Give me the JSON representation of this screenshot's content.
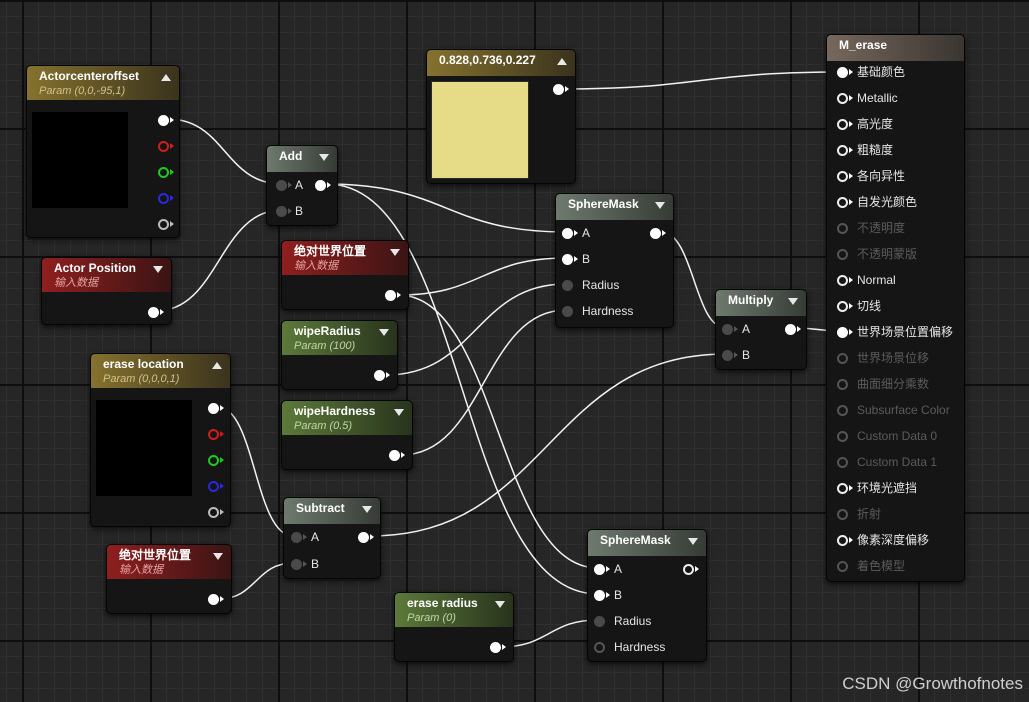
{
  "colors": {
    "gold": "#85722e",
    "red": "#8f1f1f",
    "green": "#5c7a3a",
    "grey": "#6e7a6e",
    "swatch": "#e6dc87"
  },
  "nodes": {
    "actorcenteroffset": {
      "title": "Actorcenteroffset",
      "subtitle": "Param (0,0,-95,1)"
    },
    "add": {
      "title": "Add",
      "pin_a": "A",
      "pin_b": "B"
    },
    "actor_position": {
      "title": "Actor Position",
      "subtitle": "输入数据"
    },
    "world_pos_1": {
      "title": "绝对世界位置",
      "subtitle": "输入数据"
    },
    "wipe_radius": {
      "title": "wipeRadius",
      "subtitle": "Param (100)"
    },
    "wipe_hardness": {
      "title": "wipeHardness",
      "subtitle": "Param (0.5)"
    },
    "erase_location": {
      "title": "erase location",
      "subtitle": "Param (0,0,0,1)"
    },
    "subtract": {
      "title": "Subtract",
      "pin_a": "A",
      "pin_b": "B"
    },
    "world_pos_2": {
      "title": "绝对世界位置",
      "subtitle": "输入数据"
    },
    "erase_radius": {
      "title": "erase radius",
      "subtitle": "Param (0)"
    },
    "constant": {
      "title": "0.828,0.736,0.227"
    },
    "spheremask_1": {
      "title": "SphereMask",
      "pin_a": "A",
      "pin_b": "B",
      "pin_radius": "Radius",
      "pin_hardness": "Hardness"
    },
    "spheremask_2": {
      "title": "SphereMask",
      "pin_a": "A",
      "pin_b": "B",
      "pin_radius": "Radius",
      "pin_hardness": "Hardness"
    },
    "multiply": {
      "title": "Multiply",
      "pin_a": "A",
      "pin_b": "B"
    },
    "material": {
      "title": "M_erase",
      "pins": [
        {
          "label": "基础颜色",
          "active": true,
          "connected": true
        },
        {
          "label": "Metallic",
          "active": true,
          "connected": false
        },
        {
          "label": "高光度",
          "active": true,
          "connected": false
        },
        {
          "label": "粗糙度",
          "active": true,
          "connected": false
        },
        {
          "label": "各向异性",
          "active": true,
          "connected": false
        },
        {
          "label": "自发光颜色",
          "active": true,
          "connected": false
        },
        {
          "label": "不透明度",
          "active": false,
          "connected": false
        },
        {
          "label": "不透明蒙版",
          "active": false,
          "connected": false
        },
        {
          "label": "Normal",
          "active": true,
          "connected": false
        },
        {
          "label": "切线",
          "active": true,
          "connected": false
        },
        {
          "label": "世界场景位置偏移",
          "active": true,
          "connected": true
        },
        {
          "label": "世界场景位移",
          "active": false,
          "connected": false
        },
        {
          "label": "曲面细分乘数",
          "active": false,
          "connected": false
        },
        {
          "label": "Subsurface Color",
          "active": false,
          "connected": false
        },
        {
          "label": "Custom Data 0",
          "active": false,
          "connected": false
        },
        {
          "label": "Custom Data 1",
          "active": false,
          "connected": false
        },
        {
          "label": "环境光遮挡",
          "active": true,
          "connected": false
        },
        {
          "label": "折射",
          "active": false,
          "connected": false
        },
        {
          "label": "像素深度偏移",
          "active": true,
          "connected": false
        },
        {
          "label": "着色模型",
          "active": false,
          "connected": false
        }
      ]
    }
  },
  "watermark": "CSDN @Growthofnotes"
}
